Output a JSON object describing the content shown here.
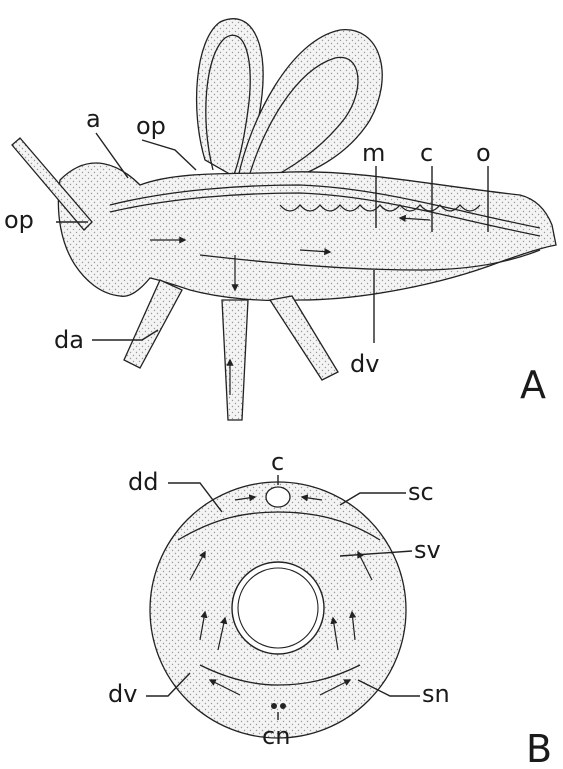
{
  "panel_a": {
    "letter": "A",
    "labels": {
      "a": "a",
      "op_top": "op",
      "op_left": "op",
      "m": "m",
      "c": "c",
      "o": "o",
      "da": "da",
      "dv": "dv"
    }
  },
  "panel_b": {
    "letter": "B",
    "labels": {
      "c": "c",
      "dd": "dd",
      "sc": "sc",
      "sv": "sv",
      "dv": "dv",
      "sn": "sn",
      "cn": "cn"
    }
  }
}
